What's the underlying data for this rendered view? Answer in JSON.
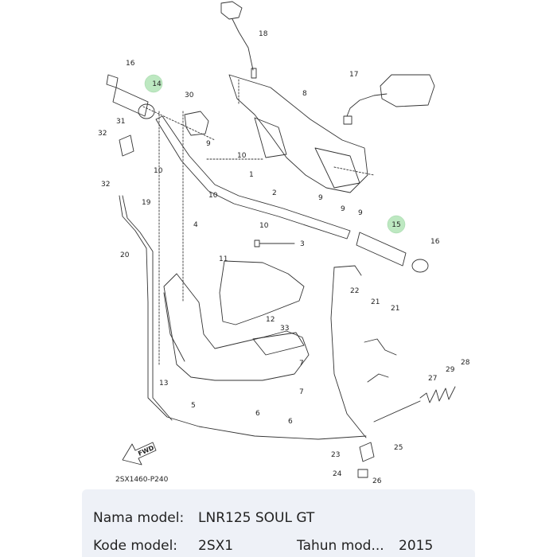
{
  "diagram": {
    "part_numbers": [
      "1",
      "2",
      "3",
      "4",
      "5",
      "6",
      "6",
      "7",
      "7",
      "8",
      "9",
      "9",
      "9",
      "9",
      "10",
      "10",
      "10",
      "10",
      "11",
      "12",
      "13",
      "14",
      "15",
      "16",
      "16",
      "17",
      "18",
      "19",
      "20",
      "21",
      "21",
      "22",
      "23",
      "24",
      "25",
      "26",
      "27",
      "28",
      "29",
      "30",
      "31",
      "32",
      "32",
      "33"
    ],
    "highlighted": [
      "14",
      "15"
    ],
    "fwd_label": "FWD",
    "diagram_code": "2SX1460-P240"
  },
  "model_info": {
    "model_name_label": "Nama model:",
    "model_name_value": "LNR125 SOUL GT",
    "model_code_label": "Kode model:",
    "model_code_value": "2SX1",
    "year_label": "Tahun mod...",
    "year_value": "2015"
  },
  "colors": {
    "highlight": "#bde8c1",
    "info_bg": "#eef1f7",
    "line": "#333333"
  }
}
